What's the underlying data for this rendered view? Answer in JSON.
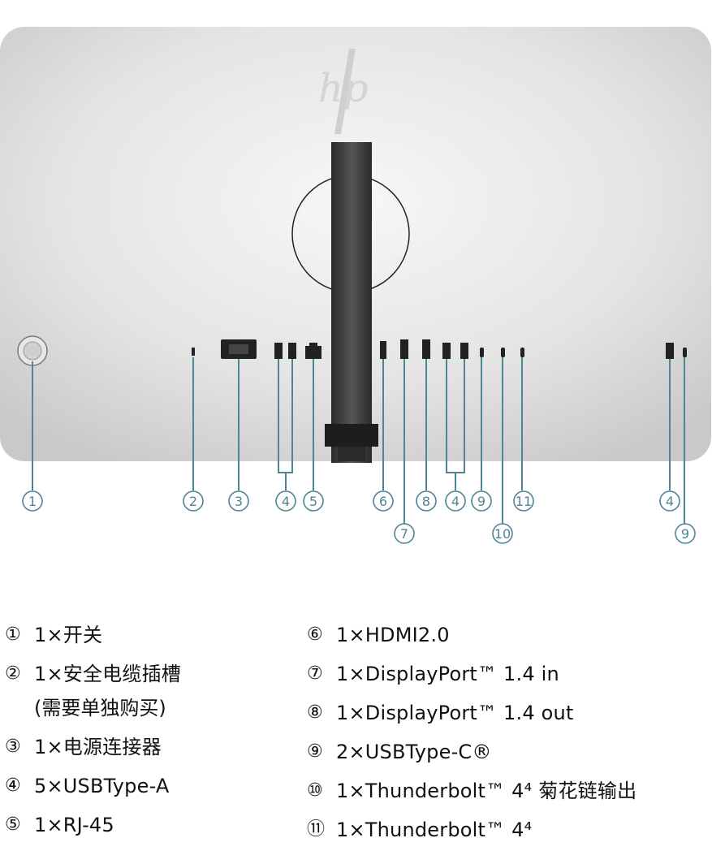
{
  "brand_logo": "hp",
  "colors": {
    "callout": "#4f8596",
    "panel": "#d9d9d9",
    "stand": "#3b3b3b"
  },
  "callouts": [
    {
      "id": "1",
      "label": "①"
    },
    {
      "id": "2",
      "label": "②"
    },
    {
      "id": "3",
      "label": "③"
    },
    {
      "id": "4a",
      "label": "④"
    },
    {
      "id": "5",
      "label": "⑤"
    },
    {
      "id": "6",
      "label": "⑥"
    },
    {
      "id": "7",
      "label": "⑦"
    },
    {
      "id": "8",
      "label": "⑧"
    },
    {
      "id": "4b",
      "label": "④"
    },
    {
      "id": "9a",
      "label": "⑨"
    },
    {
      "id": "10",
      "label": "⑩"
    },
    {
      "id": "11",
      "label": "⑪"
    },
    {
      "id": "4c",
      "label": "④"
    },
    {
      "id": "9b",
      "label": "⑨"
    }
  ],
  "legend_left": [
    {
      "num": "①",
      "text": "1×开关"
    },
    {
      "num": "②",
      "text": "1×安全电缆插槽",
      "sub": "(需要单独购买)"
    },
    {
      "num": "③",
      "text": "1×电源连接器"
    },
    {
      "num": "④",
      "text": "5×USBType-A"
    },
    {
      "num": "⑤",
      "text": "1×RJ-45"
    }
  ],
  "legend_right": [
    {
      "num": "⑥",
      "text": "1×HDMI2.0"
    },
    {
      "num": "⑦",
      "text": "1×DisplayPort™ 1.4 in"
    },
    {
      "num": "⑧",
      "text": "1×DisplayPort™ 1.4 out"
    },
    {
      "num": "⑨",
      "text": "2×USBType-C®"
    },
    {
      "num": "⑩",
      "text": "1×Thunderbolt™ 4⁴ 菊花链输出"
    },
    {
      "num": "⑪",
      "text": "1×Thunderbolt™ 4⁴"
    }
  ]
}
